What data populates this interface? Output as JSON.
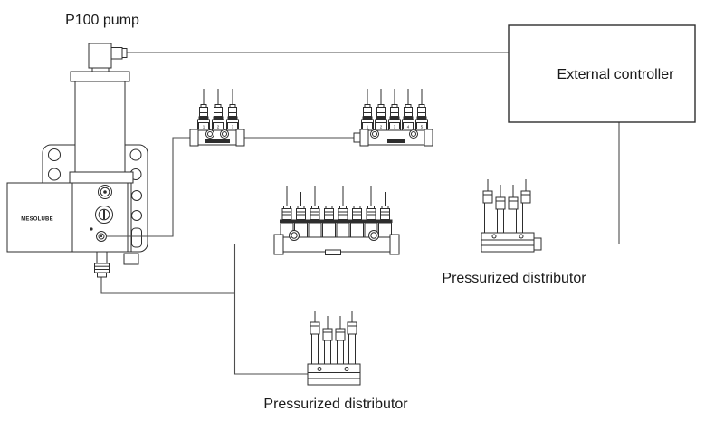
{
  "colors": {
    "background": "#ffffff",
    "component_stroke": "#2d2d2d",
    "connection_line": "#4d4d4d",
    "text": "#1a1a1a"
  },
  "pump": {
    "label": "P100 pump",
    "brand": "MESOLUBE"
  },
  "controller": {
    "label": "External controller"
  },
  "distributors": {
    "top_3valve": {
      "valve_numbers": [
        "1",
        "2",
        "3"
      ]
    },
    "top_5valve": {
      "valve_numbers": [
        "1",
        "2",
        "3",
        "4",
        "5"
      ]
    },
    "right_pressurized": {
      "label": "Pressurized distributor"
    },
    "bottom_pressurized": {
      "label": "Pressurized distributor"
    }
  }
}
